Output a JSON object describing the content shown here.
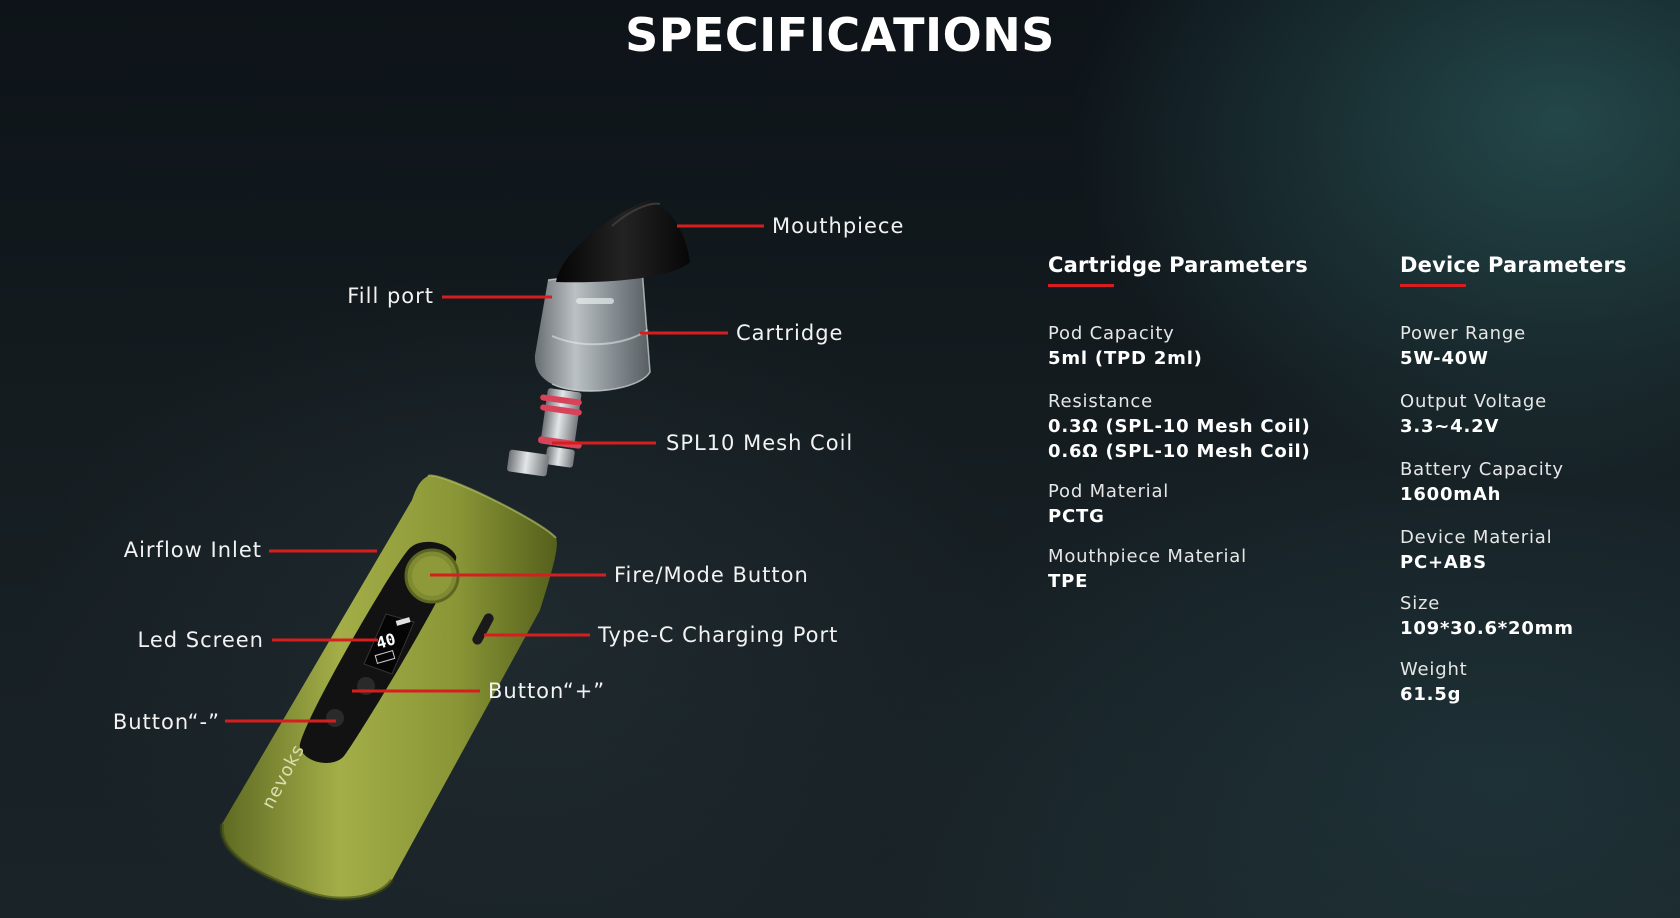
{
  "page": {
    "title": "SPECIFICATIONS"
  },
  "product": {
    "brand_logo": "nevoks",
    "screen_reading": "40",
    "colors": {
      "body": "#8e9a3a",
      "accent_line": "#d61e1e",
      "coil_ring": "#d8435a"
    }
  },
  "callouts": {
    "mouthpiece": "Mouthpiece",
    "fill_port": "Fill port",
    "cartridge": "Cartridge",
    "mesh_coil": "SPL10 Mesh Coil",
    "airflow_inlet": "Airflow Inlet",
    "fire_mode_button": "Fire/Mode Button",
    "led_screen": "Led Screen",
    "type_c_port": "Type-C Charging Port",
    "button_plus": "Button“+”",
    "button_minus": "Button“-”"
  },
  "cartridge_params": {
    "heading": "Cartridge Parameters",
    "items": [
      {
        "label": "Pod Capacity",
        "values": [
          "5ml (TPD 2ml)"
        ]
      },
      {
        "label": "Resistance",
        "values": [
          "0.3Ω (SPL-10 Mesh Coil)",
          "0.6Ω (SPL-10 Mesh Coil)"
        ]
      },
      {
        "label": "Pod Material",
        "values": [
          "PCTG"
        ]
      },
      {
        "label": "Mouthpiece Material",
        "values": [
          "TPE"
        ]
      }
    ]
  },
  "device_params": {
    "heading": "Device Parameters",
    "items": [
      {
        "label": "Power Range",
        "values": [
          "5W-40W"
        ]
      },
      {
        "label": "Output Voltage",
        "values": [
          "3.3~4.2V"
        ]
      },
      {
        "label": "Battery Capacity",
        "values": [
          "1600mAh"
        ]
      },
      {
        "label": "Device Material",
        "values": [
          "PC+ABS"
        ]
      },
      {
        "label": "Size",
        "values": [
          "109*30.6*20mm"
        ]
      },
      {
        "label": "Weight",
        "values": [
          "61.5g"
        ]
      }
    ]
  }
}
